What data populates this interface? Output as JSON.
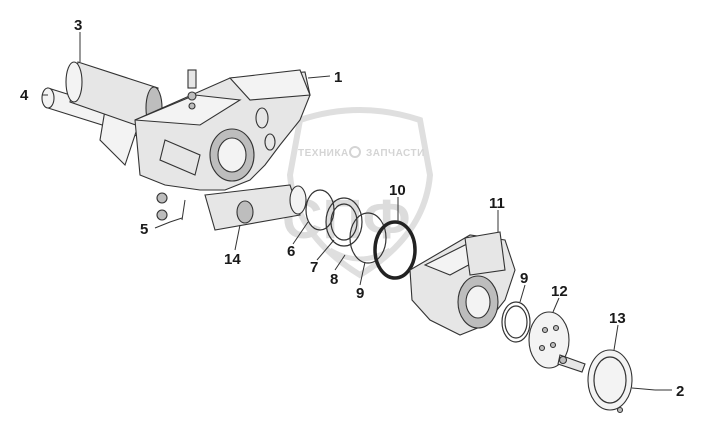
{
  "watermark": {
    "logo_letters": "СПФ",
    "brand_left": "ТЕХНИКА",
    "brand_right": "ЗАПЧАСТИ"
  },
  "callouts": [
    {
      "id": "part-1",
      "label": "1"
    },
    {
      "id": "part-2",
      "label": "2"
    },
    {
      "id": "part-3",
      "label": "3"
    },
    {
      "id": "part-4",
      "label": "4"
    },
    {
      "id": "part-5",
      "label": "5"
    },
    {
      "id": "part-6",
      "label": "6"
    },
    {
      "id": "part-7",
      "label": "7"
    },
    {
      "id": "part-8",
      "label": "8"
    },
    {
      "id": "part-9a",
      "label": "9"
    },
    {
      "id": "part-9b",
      "label": "9"
    },
    {
      "id": "part-10",
      "label": "10"
    },
    {
      "id": "part-11",
      "label": "11"
    },
    {
      "id": "part-12",
      "label": "12"
    },
    {
      "id": "part-13",
      "label": "13"
    },
    {
      "id": "part-14",
      "label": "14"
    }
  ]
}
